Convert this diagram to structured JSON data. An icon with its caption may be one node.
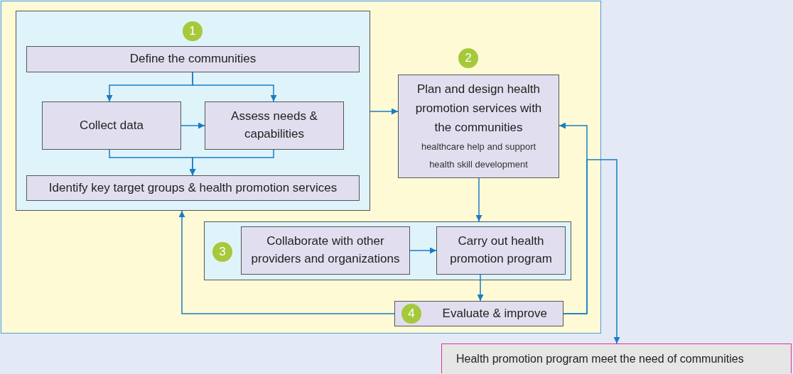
{
  "diagram": {
    "nodes": [
      {
        "text": [],
        "shape": "box"
      },
      {
        "text": [],
        "shape": "box",
        "in": 0
      },
      {
        "text": [
          "1"
        ],
        "in": 1
      },
      {
        "text": [
          "Define the communities"
        ],
        "in": 1
      },
      {
        "text": [
          "Collect data"
        ],
        "in": 1
      },
      {
        "text": [
          "Assess needs & capabilities"
        ],
        "in": 1
      },
      {
        "text": [
          "Identify key target groups & health promotion services"
        ],
        "in": 1
      },
      {
        "text": [
          "2"
        ],
        "in": 0
      },
      {
        "text": [
          "Plan and design health promotion services with the communities",
          "healthcare help and support",
          "health skill development"
        ],
        "in": 0
      },
      {
        "text": [],
        "shape": "box",
        "in": 0
      },
      {
        "text": [
          "3"
        ],
        "in": 9
      },
      {
        "text": [
          "Collaborate with other providers and organizations"
        ],
        "in": 9
      },
      {
        "text": [
          "Carry out health promotion program"
        ],
        "in": 9
      },
      {
        "text": [
          "Evaluate & improve"
        ],
        "in": 0
      },
      {
        "text": [
          "4"
        ],
        "in": 13
      },
      {
        "text": [
          "Health promotion program meet the need of communities"
        ]
      }
    ],
    "edges": [
      {
        "from": 3,
        "to": 4,
        "arrow": "to"
      },
      {
        "from": 3,
        "to": 5,
        "arrow": "to"
      },
      {
        "from": 4,
        "to": 5,
        "arrow": "to"
      },
      {
        "from": 4,
        "to": 6,
        "arrow": "to"
      },
      {
        "from": 5,
        "to": 6,
        "arrow": "to"
      },
      {
        "from": 1,
        "to": 8,
        "arrow": "to"
      },
      {
        "from": 8,
        "to": 9,
        "arrow": "to"
      },
      {
        "from": 11,
        "to": 12,
        "arrow": "to"
      },
      {
        "from": 12,
        "to": 13,
        "arrow": "to"
      },
      {
        "from": 13,
        "to": 1,
        "arrow": "to"
      },
      {
        "from": 13,
        "to": 8,
        "arrow": "to"
      },
      {
        "from": 13,
        "to": 15,
        "arrow": "to"
      }
    ]
  }
}
